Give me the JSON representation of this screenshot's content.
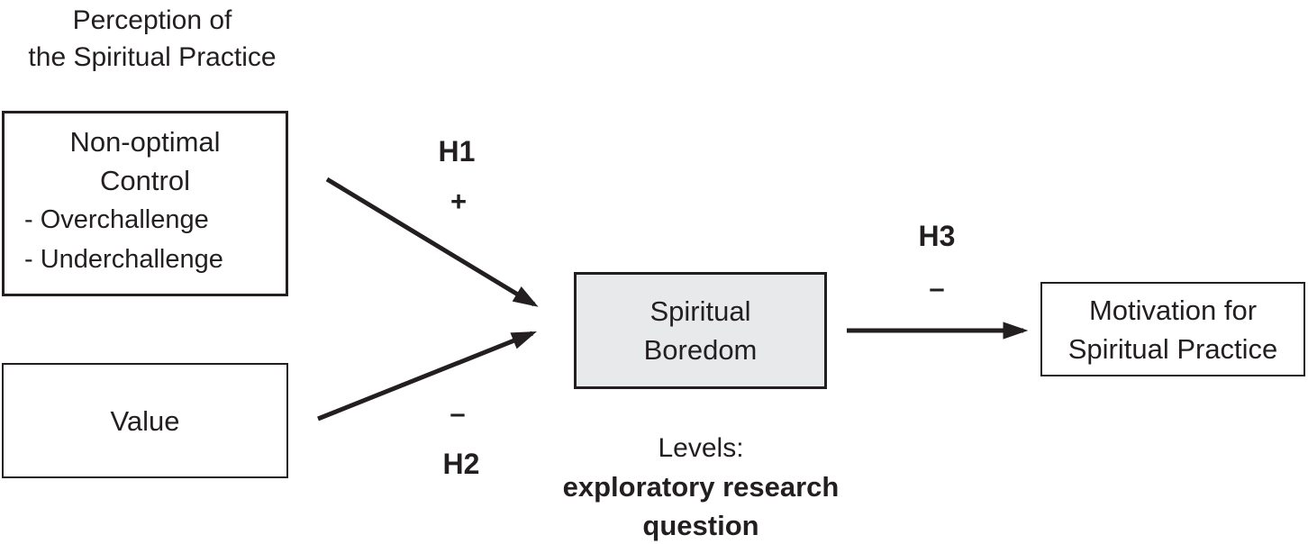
{
  "figure": {
    "title": {
      "line1": "Perception of",
      "line2": "the Spiritual Practice"
    },
    "boxes": {
      "control": {
        "line1": "Non-optimal",
        "line2": "Control",
        "bullets": [
          "- Overchallenge",
          "- Underchallenge"
        ]
      },
      "value": {
        "label": "Value"
      },
      "boredom": {
        "line1": "Spiritual",
        "line2": "Boredom"
      },
      "motivation": {
        "line1": "Motivation for",
        "line2": "Spiritual Practice"
      }
    },
    "hypotheses": {
      "h1": {
        "label": "H1",
        "sign": "+"
      },
      "h2": {
        "label": "H2",
        "sign": "–"
      },
      "h3": {
        "label": "H3",
        "sign": "–"
      }
    },
    "note": {
      "line1": "Levels:",
      "line2": "exploratory research",
      "line3": "question"
    }
  },
  "colors": {
    "background": "#ffffff",
    "text": "#231f20",
    "arrow": "#231f20",
    "box_border": "#231f20",
    "boredom_fill": "#e8e9ea"
  }
}
